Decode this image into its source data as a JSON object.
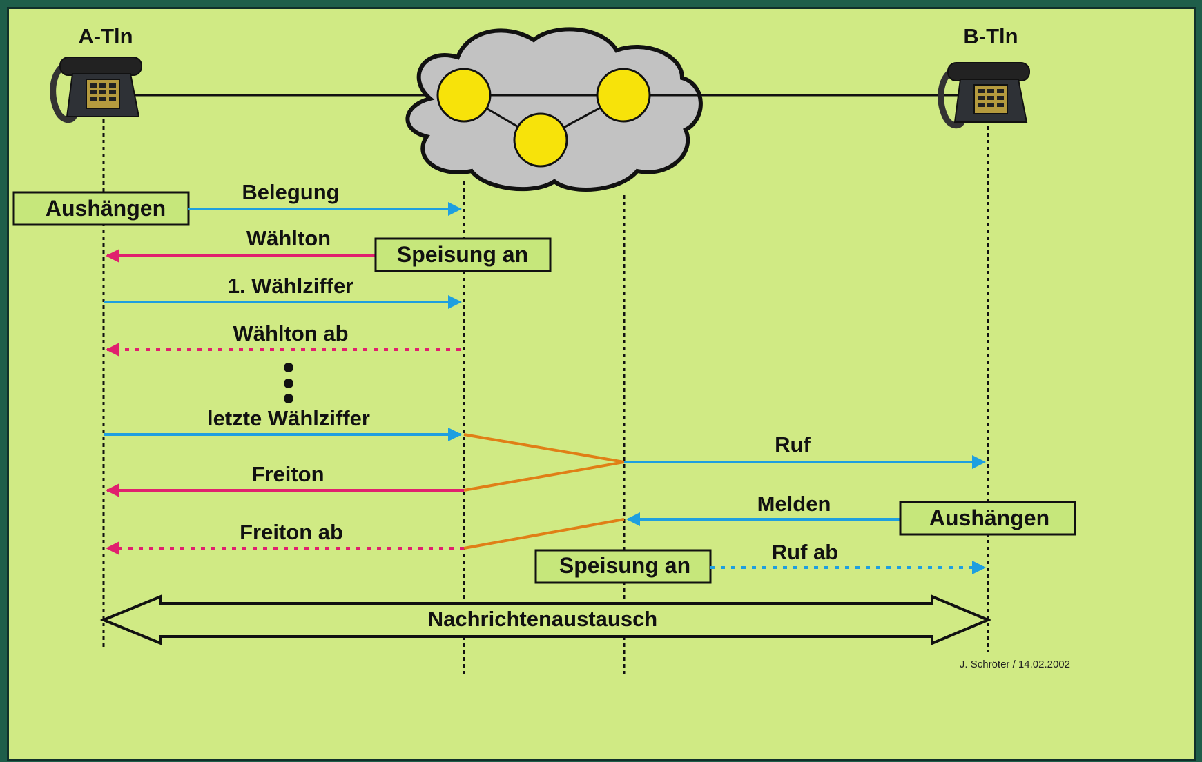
{
  "participants": {
    "a": "A-Tln",
    "b": "B-Tln"
  },
  "boxes": {
    "a_offhook": "Aushängen",
    "feed_on_1": "Speisung an",
    "b_offhook": "Aushängen",
    "feed_on_2": "Speisung an"
  },
  "messages": [
    {
      "label": "Belegung",
      "style": "solid",
      "color": "#1e9fe0"
    },
    {
      "label": "Wählton",
      "style": "solid",
      "color": "#e0206e"
    },
    {
      "label": "1. Wählziffer",
      "style": "solid",
      "color": "#1e9fe0"
    },
    {
      "label": "Wählton ab",
      "style": "dotted",
      "color": "#e0206e"
    },
    {
      "label": "letzte Wählziffer",
      "style": "solid",
      "color": "#1e9fe0"
    },
    {
      "label": "Ruf",
      "style": "solid",
      "color": "#1e9fe0"
    },
    {
      "label": "Freiton",
      "style": "solid",
      "color": "#e0206e"
    },
    {
      "label": "Melden",
      "style": "solid",
      "color": "#1e9fe0"
    },
    {
      "label": "Freiton ab",
      "style": "dotted",
      "color": "#e0206e"
    },
    {
      "label": "Ruf ab",
      "style": "dotted",
      "color": "#1e9fe0"
    }
  ],
  "exchange_label": "Nachrichtenaustausch",
  "credit": "J. Schröter / 14.02.2002",
  "colors": {
    "background": "#d0ea84",
    "blue": "#1e9fe0",
    "magenta": "#e0206e",
    "orange": "#e07f16",
    "node": "#f7e30a",
    "cloud": "#c2c2c2"
  },
  "icons": [
    "telephone-icon",
    "telephone-icon",
    "network-cloud-icon"
  ]
}
